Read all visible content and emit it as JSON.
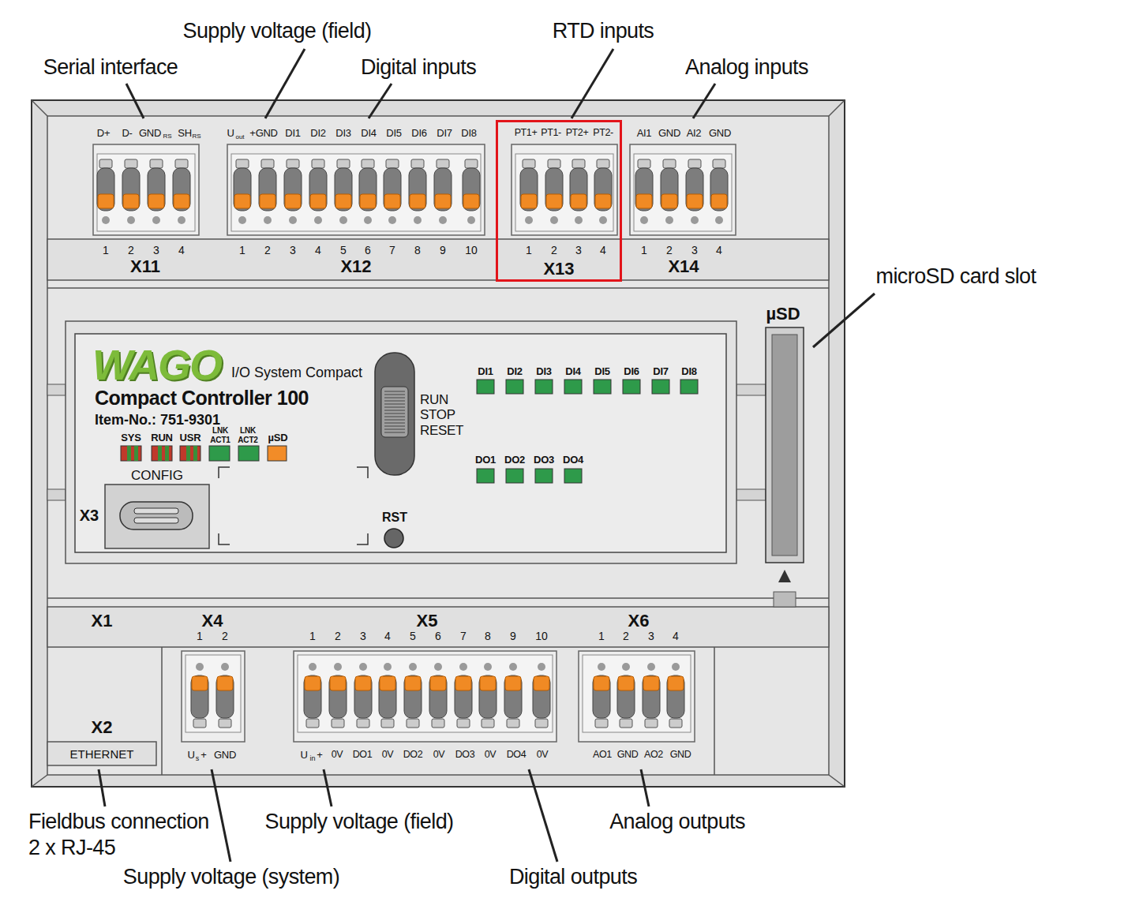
{
  "diagram": {
    "nodes": [
      {
        "text": [
          "WAGO",
          "I/O System Compact",
          "Compact Controller 100",
          "Item-No.: 751-9301"
        ]
      },
      {
        "text": [
          "CONFIG"
        ],
        "in": 0
      },
      {
        "text": [
          "X13"
        ]
      },
      {
        "text": [
          "ETHERNET"
        ]
      }
    ],
    "labels": [
      "Serial interface",
      "Supply voltage (field)",
      "Digital inputs",
      "RTD inputs",
      "Analog inputs",
      "microSD card slot",
      "Fieldbus connection",
      "2 x RJ-45",
      "Supply voltage (system)",
      "Supply voltage (field)",
      "Digital outputs",
      "Analog outputs",
      "D+",
      "D-",
      "GND",
      "RS",
      "SH",
      "RS",
      "U",
      "out",
      "+GND",
      "DI1",
      "DI2",
      "DI3",
      "DI4",
      "DI5",
      "DI6",
      "DI7",
      "DI8",
      "PT1+",
      "PT1-",
      "PT2+",
      "PT2-",
      "AI1",
      "GND",
      "AI2",
      "GND",
      "1",
      "2",
      "3",
      "4",
      "1",
      "2",
      "3",
      "4",
      "5",
      "6",
      "7",
      "8",
      "9",
      "10",
      "1",
      "2",
      "3",
      "4",
      "1",
      "2",
      "3",
      "4",
      "X11",
      "X12",
      "X14",
      "µSD",
      "SYS",
      "RUN",
      "USR",
      "LNK",
      "ACT1",
      "LNK",
      "ACT2",
      "µSD",
      "DI1",
      "DI2",
      "DI3",
      "DI4",
      "DI5",
      "DI6",
      "DI7",
      "DI8",
      "DO1",
      "DO2",
      "DO3",
      "DO4",
      "RUN",
      "STOP",
      "RESET",
      "RST",
      "X3",
      "X1",
      "X4",
      "1",
      "2",
      "X5",
      "1",
      "2",
      "3",
      "4",
      "5",
      "6",
      "7",
      "8",
      "9",
      "10",
      "X6",
      "1",
      "2",
      "3",
      "4",
      "X2",
      "U",
      "s",
      "+",
      "GND",
      "U",
      "in",
      "+",
      "0V",
      "DO1",
      "0V",
      "DO2",
      "0V",
      "DO3",
      "0V",
      "DO4",
      "0V",
      "AO1",
      "GND",
      "AO2",
      "GND"
    ]
  }
}
